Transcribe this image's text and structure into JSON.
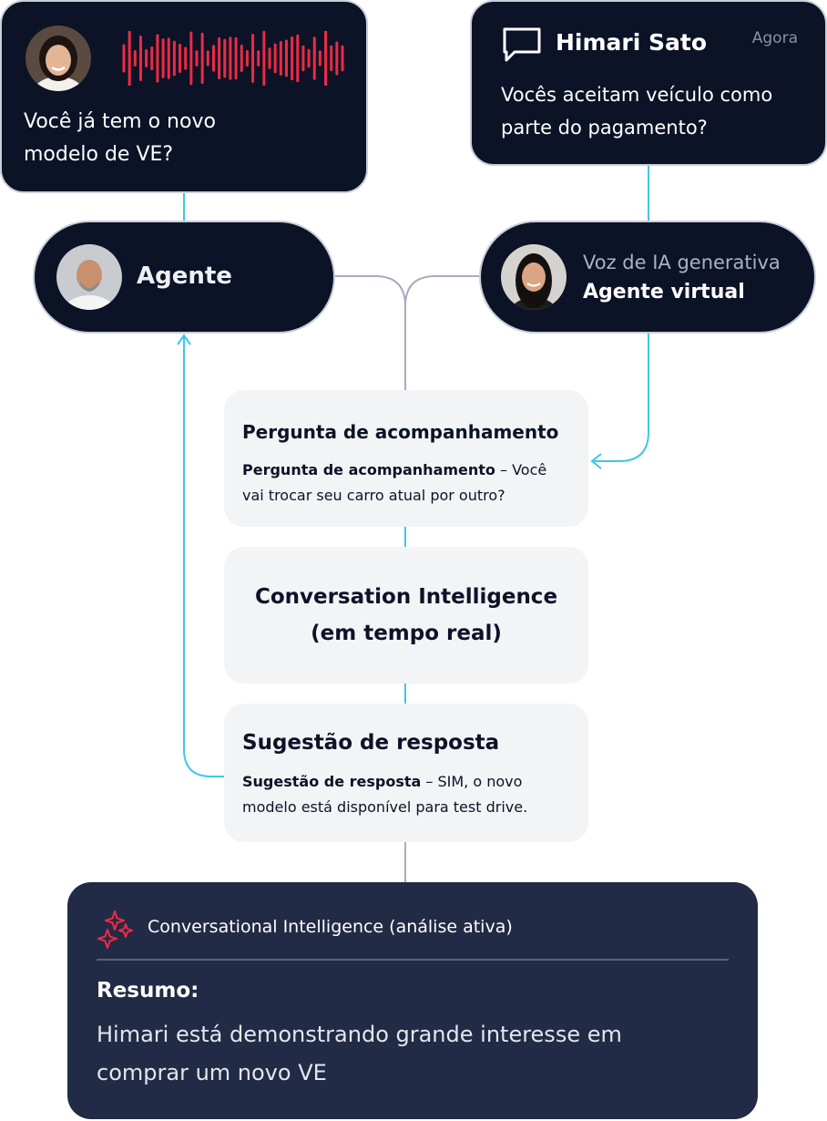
{
  "customer_voice_card": {
    "question": "Você já tem o novo modelo de VE?"
  },
  "chat_card": {
    "sender": "Himari Sato",
    "time": "Agora",
    "message": "Vocês aceitam veículo como parte do pagamento?"
  },
  "agent_node": {
    "label": "Agente"
  },
  "virtual_agent_node": {
    "subtitle": "Voz de IA generativa",
    "title": "Agente virtual"
  },
  "followup_card": {
    "title": "Pergunta de acompanhamento",
    "label": "Pergunta de acompanhamento",
    "text": " – Você vai trocar seu carro atual por outro?"
  },
  "ci_card": {
    "line1": "Conversation Intelligence",
    "line2": "(em tempo real)"
  },
  "suggestion_card": {
    "title": "Sugestão de resposta",
    "label": "Sugestão de resposta",
    "text": " – SIM, o novo modelo está disponível para test drive."
  },
  "summary_panel": {
    "header": "Conversational Intelligence (análise ativa)",
    "summary_label": "Resumo:",
    "summary_text": "Himari está demonstrando grande interesse em comprar um novo VE"
  },
  "colors": {
    "dark_navy": "#0c1327",
    "panel_navy": "#222b45",
    "card_gray": "#f3f4f6",
    "connector_cyan": "#3fc6e8",
    "connector_gray": "#a9acc0",
    "waveform_red": "#ee2a44"
  },
  "icons": [
    "audio-waveform-icon",
    "chat-bubble-icon",
    "sparkle-icon"
  ]
}
